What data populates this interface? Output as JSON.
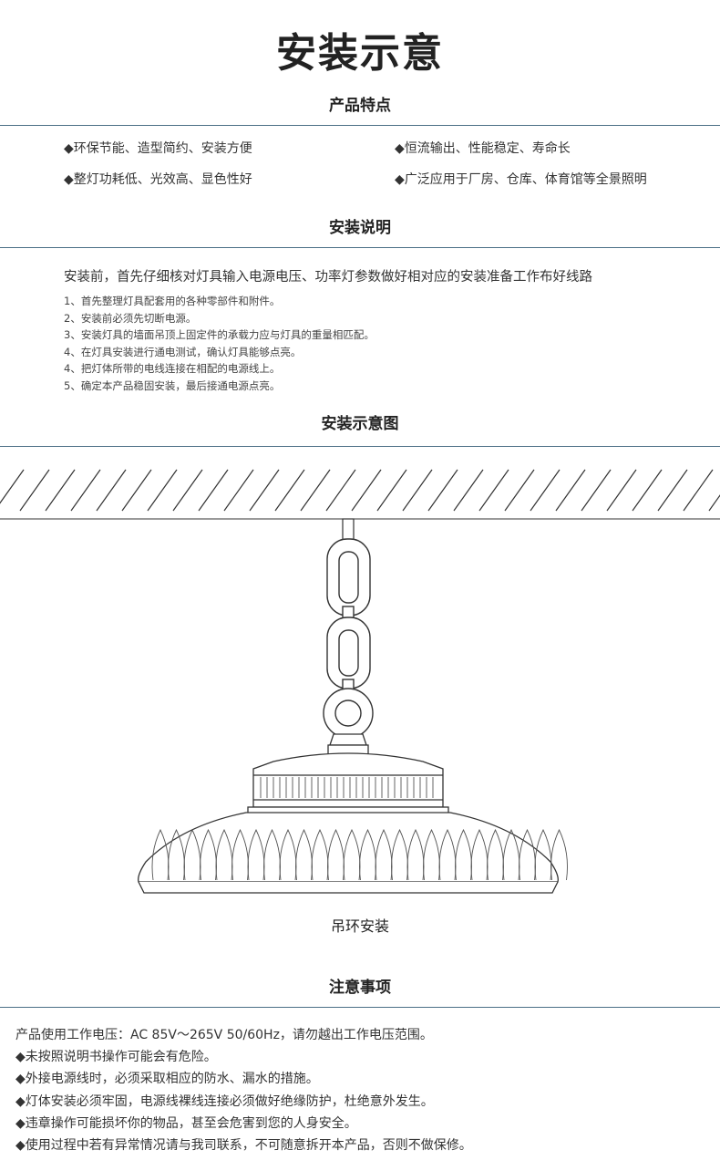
{
  "title": "安装示意",
  "features": {
    "heading": "产品特点",
    "items": [
      "◆环保节能、造型简约、安装方便",
      "◆恒流输出、性能稳定、寿命长",
      "◆整灯功耗低、光效高、显色性好",
      "◆广泛应用于厂房、仓库、体育馆等全景照明"
    ]
  },
  "instructions": {
    "heading": "安装说明",
    "intro": "安装前，首先仔细核对灯具输入电源电压、功率灯参数做好相对应的安装准备工作布好线路",
    "steps": [
      "1、首先整理灯具配套用的各种零部件和附件。",
      "2、安装前必须先切断电源。",
      "3、安装灯具的墙面吊顶上固定件的承载力应与灯具的重量相匹配。",
      "4、在灯具安装进行通电测试，确认灯具能够点亮。",
      "4、把灯体所带的电线连接在相配的电源线上。",
      "5、确定本产品稳固安装，最后接通电源点亮。"
    ]
  },
  "diagram": {
    "heading": "安装示意图",
    "caption": "吊环安装"
  },
  "notes": {
    "heading": "注意事项",
    "items": [
      "产品使用工作电压：AC 85V～265V 50/60Hz，请勿越出工作电压范围。",
      "◆未按照说明书操作可能会有危险。",
      "◆外接电源线时，必须采取相应的防水、漏水的措施。",
      "◆灯体安装必须牢固，电源线裸线连接必须做好绝缘防护，杜绝意外发生。",
      "◆违章操作可能损坏你的物品，甚至会危害到您的人身安全。",
      "◆使用过程中若有异常情况请与我司联系，不可随意拆开本产品，否则不做保修。"
    ]
  }
}
